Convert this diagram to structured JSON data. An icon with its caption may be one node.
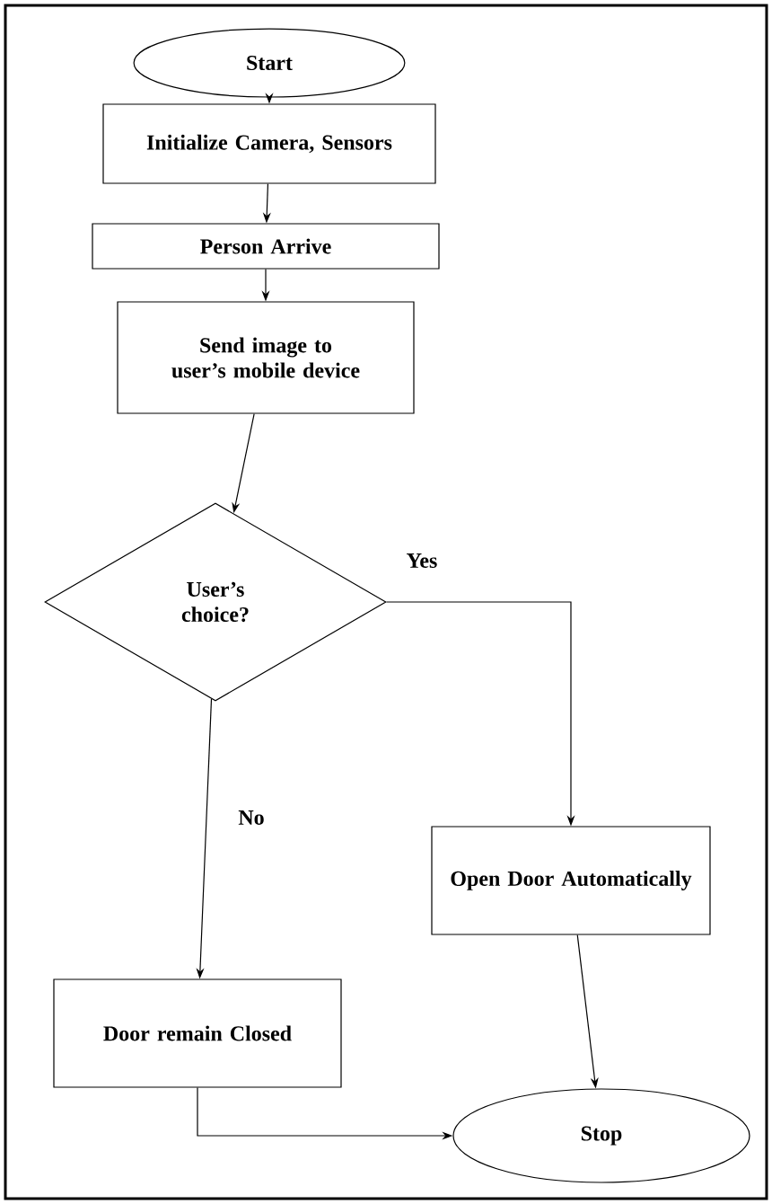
{
  "diagram": {
    "nodes": [
      {
        "text": [
          "Start"
        ]
      },
      {
        "text": [
          "Initialize Camera, Sensors"
        ]
      },
      {
        "text": [
          "Person Arrive"
        ]
      },
      {
        "text": [
          "Send image to user’s mobile device"
        ]
      },
      {
        "text": [
          "User’s choice?"
        ]
      },
      {
        "text": [
          "Open Door Automatically"
        ]
      },
      {
        "text": [
          "Door remain Closed"
        ]
      },
      {
        "text": [
          "Stop"
        ]
      }
    ],
    "edges": [
      {
        "from": 0,
        "to": 1,
        "arrow": "to"
      },
      {
        "from": 1,
        "to": 2,
        "arrow": "to"
      },
      {
        "from": 2,
        "to": 3,
        "arrow": "to"
      },
      {
        "from": 3,
        "to": 4,
        "arrow": "to"
      },
      {
        "from": 4,
        "to": 5,
        "arrow": "to",
        "label": "Yes"
      },
      {
        "from": 4,
        "to": 6,
        "arrow": "to",
        "label": "No"
      },
      {
        "from": 5,
        "to": 7,
        "arrow": "to"
      },
      {
        "from": 6,
        "to": 7,
        "arrow": "to"
      }
    ]
  }
}
